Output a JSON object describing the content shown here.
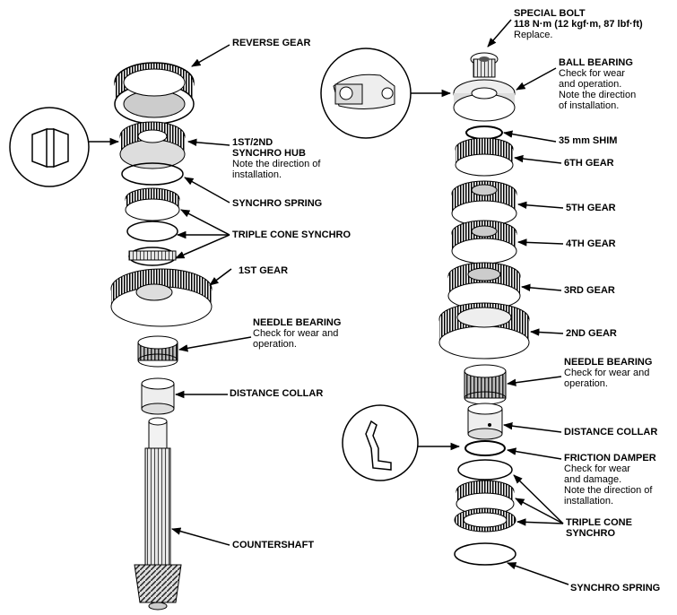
{
  "labels": {
    "reverse_gear": "REVERSE GEAR",
    "synchro_hub_left": {
      "title1": "1ST/2ND",
      "title2": "SYNCHRO HUB",
      "note1": "Note the direction of",
      "note2": "installation."
    },
    "synchro_spring_left": "SYNCHRO SPRING",
    "triple_cone_left": "TRIPLE CONE SYNCHRO",
    "first_gear": "1ST GEAR",
    "needle_bearing_left": {
      "title": "NEEDLE BEARING",
      "note1": "Check for wear and",
      "note2": "operation."
    },
    "distance_collar_left": "DISTANCE COLLAR",
    "countershaft": "COUNTERSHAFT",
    "special_bolt": {
      "title": "SPECIAL BOLT",
      "spec": "118 N·m (12 kgf·m, 87 lbf·ft)",
      "note": "Replace."
    },
    "ball_bearing": {
      "title": "BALL BEARING",
      "note1": "Check for wear",
      "note2": "and operation.",
      "note3": "Note the direction",
      "note4": "of installation."
    },
    "shim": "35 mm SHIM",
    "sixth_gear": "6TH GEAR",
    "fifth_gear": "5TH GEAR",
    "fourth_gear": "4TH GEAR",
    "third_gear": "3RD GEAR",
    "second_gear": "2ND GEAR",
    "needle_bearing_right": {
      "title": "NEEDLE BEARING",
      "note1": "Check for wear and",
      "note2": "operation."
    },
    "distance_collar_right": "DISTANCE COLLAR",
    "friction_damper": {
      "title": "FRICTION DAMPER",
      "note1": "Check for wear",
      "note2": "and damage.",
      "note3": "Note the direction of",
      "note4": "installation."
    },
    "triple_cone_right": {
      "title1": "TRIPLE CONE",
      "title2": "SYNCHRO"
    },
    "synchro_spring_right": "SYNCHRO SPRING"
  }
}
